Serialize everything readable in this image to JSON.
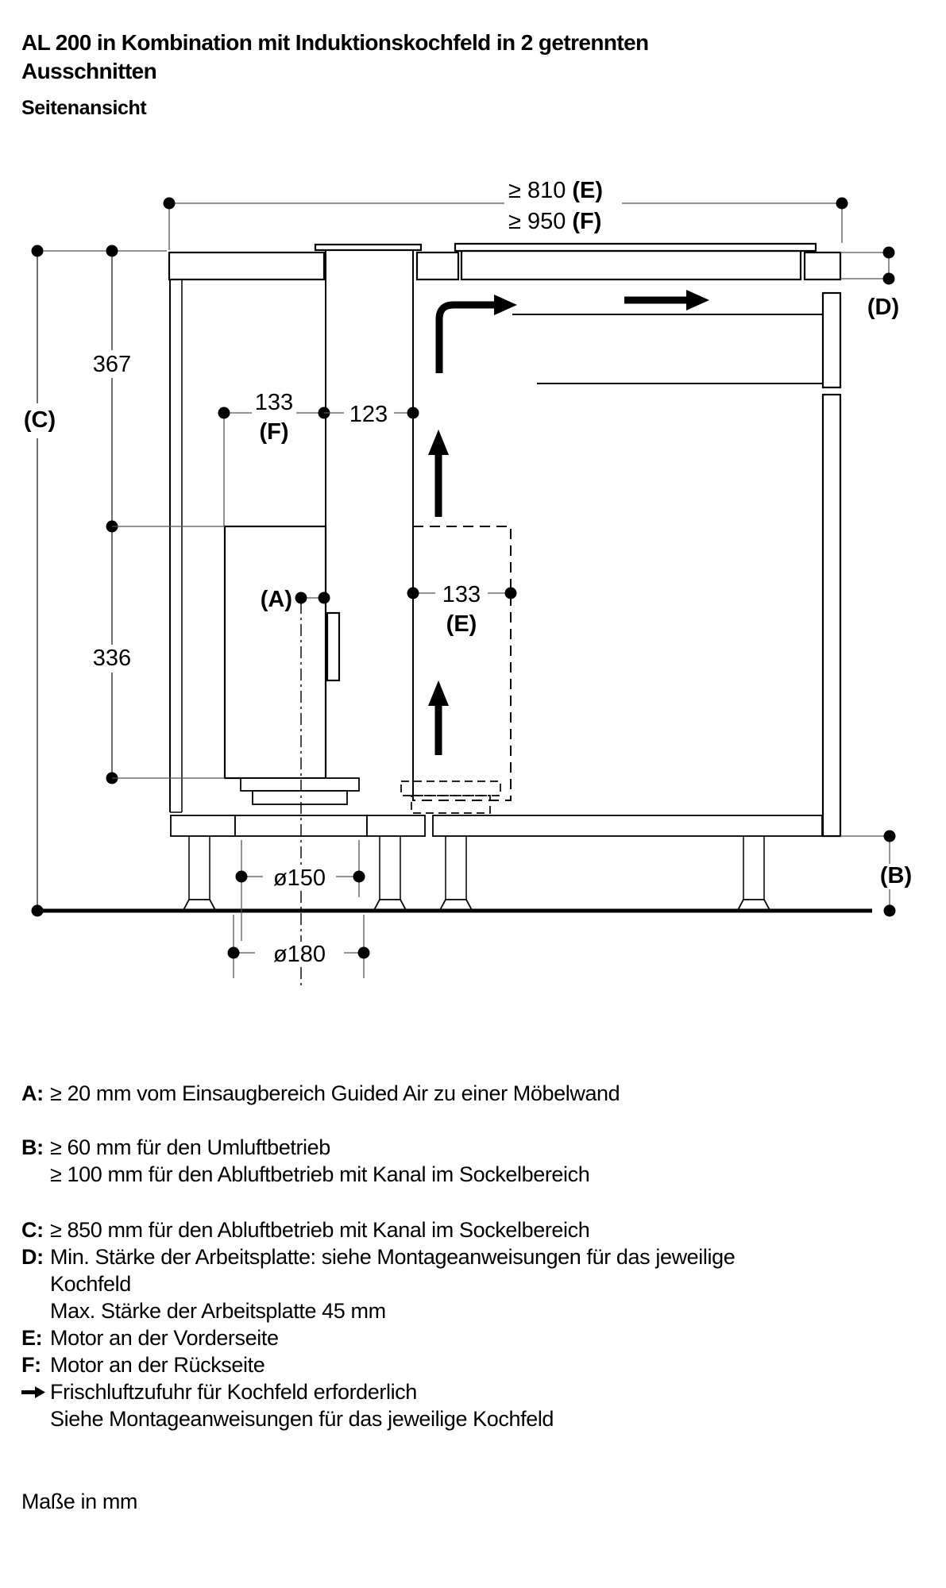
{
  "title": {
    "line1": "AL 200 in Kombination mit Induktionskochfeld in 2 getrennten",
    "line2": "Ausschnitten",
    "subtitle": "Seitenansicht"
  },
  "diagram": {
    "dims": {
      "top_e_num": "≥ 810",
      "top_e_ref": "(E)",
      "top_f_num": "≥ 950",
      "top_f_ref": "(F)",
      "height_upper": "367",
      "height_lower": "336",
      "overall_height_ref": "(C)",
      "motor_rear_width": "133",
      "motor_rear_ref": "(F)",
      "duct_width": "123",
      "clearance_ref": "(A)",
      "motor_front_width": "133",
      "motor_front_ref": "(E)",
      "duct_dia_inner": "ø150",
      "duct_dia_outer": "ø180",
      "worktop_ref": "(D)",
      "plinth_ref": "(B)"
    },
    "icons": {
      "airflow": "thick-black-flow-arrows",
      "hatching": "diagonal-section-hatch"
    }
  },
  "legend": {
    "items": [
      {
        "key": "A:",
        "lines": [
          "≥ 20 mm vom Einsaugbereich Guided Air zu einer Möbelwand"
        ]
      },
      {
        "key": "B:",
        "lines": [
          "≥ 60 mm für den Umluftbetrieb",
          "≥ 100 mm für den Abluftbetrieb mit Kanal im Sockelbereich"
        ]
      },
      {
        "key": "C:",
        "lines": [
          "≥ 850 mm für den Abluftbetrieb mit Kanal im Sockelbereich"
        ]
      },
      {
        "key": "D:",
        "lines": [
          "Min. Stärke der Arbeitsplatte: siehe Montageanweisungen für das jeweilige",
          "Kochfeld",
          "Max. Stärke der Arbeitsplatte 45 mm"
        ]
      },
      {
        "key": "E:",
        "lines": [
          "Motor an der Vorderseite"
        ]
      },
      {
        "key": "F:",
        "lines": [
          "Motor an der Rückseite"
        ]
      },
      {
        "key": "",
        "icon": "thick-right-arrow",
        "lines": [
          "Frischluftzufuhr für Kochfeld erforderlich",
          "Siehe Montageanweisungen für das jeweilige Kochfeld"
        ]
      }
    ]
  },
  "footer": {
    "note": "Maße in mm"
  },
  "colors": {
    "ink": "#000000",
    "thin_line": "#555555",
    "background": "#ffffff"
  }
}
